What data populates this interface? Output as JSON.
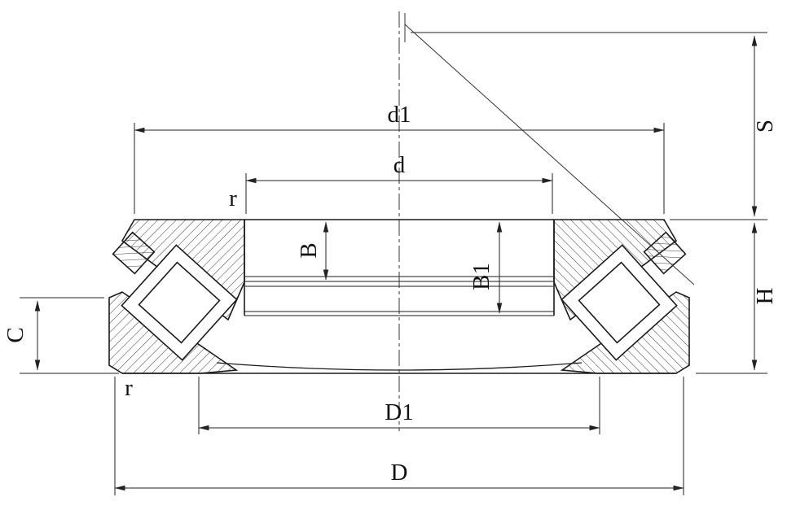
{
  "colors": {
    "outline": "#1b1b1b",
    "dimension": "#222222",
    "background": "#ffffff"
  },
  "labels": {
    "d1": "d1",
    "d": "d",
    "S": "S",
    "r_top": "r",
    "B": "B",
    "B1": "B1",
    "H": "H",
    "C": "C",
    "D1": "D1",
    "D": "D",
    "r_bottom": "r"
  }
}
